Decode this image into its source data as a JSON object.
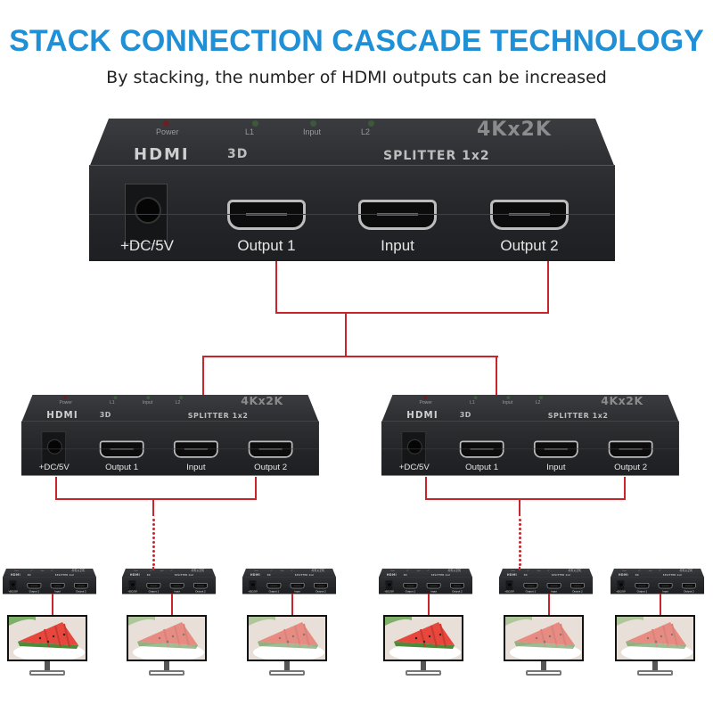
{
  "header": {
    "title": "STACK CONNECTION CASCADE TECHNOLOGY",
    "subtitle": "By stacking, the number of HDMI outputs can be increased"
  },
  "device": {
    "brand": "HDMI",
    "brand_suffix": "3D",
    "resolution": "4Kx2K",
    "model": "SPLITTER 1x2",
    "leds": [
      "Power",
      "L1",
      "Input",
      "L2"
    ],
    "ports": {
      "power": "+DC/5V",
      "output1": "Output 1",
      "input": "Input",
      "output2": "Output 2"
    }
  },
  "colors": {
    "title": "#1f8fd6",
    "connection_line": "#c9242b",
    "device_body": "#2a2c2f"
  },
  "tiers": {
    "top_splitters": 1,
    "middle_splitters": 2,
    "bottom_splitters": 6,
    "monitors": 6
  }
}
